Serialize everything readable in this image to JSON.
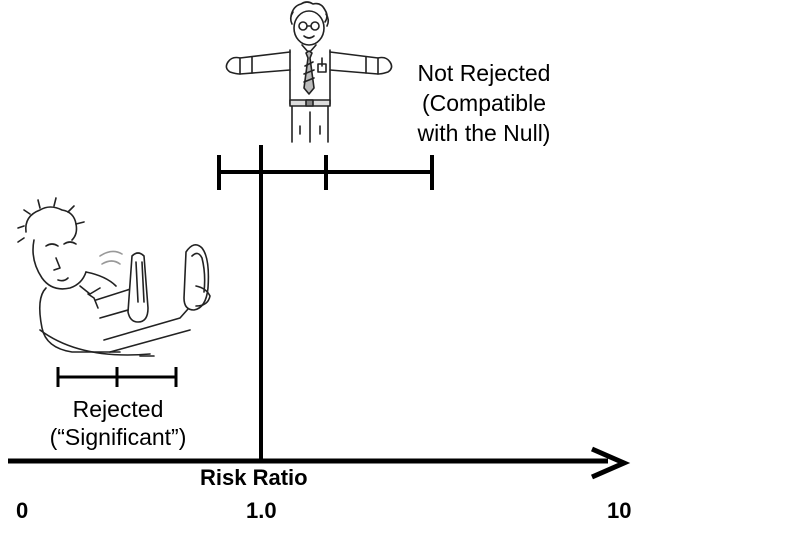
{
  "axis": {
    "title": "Risk Ratio",
    "ticks": [
      "0",
      "1.0",
      "10"
    ],
    "null_value_label": "1.0"
  },
  "intervals": [
    {
      "id": "not-rejected",
      "label_lines": [
        "Not Rejected",
        "(Compatible",
        "with the Null)"
      ],
      "crosses_null": true,
      "figure_icon": "standing-man-arms-out-icon"
    },
    {
      "id": "rejected",
      "label_lines": [
        "Rejected",
        "(“Significant”)"
      ],
      "crosses_null": false,
      "figure_icon": "sitting-man-pushing-icon"
    }
  ],
  "colors": {
    "ink": "#000000",
    "background": "#ffffff",
    "sketch_gray": "#444444"
  }
}
